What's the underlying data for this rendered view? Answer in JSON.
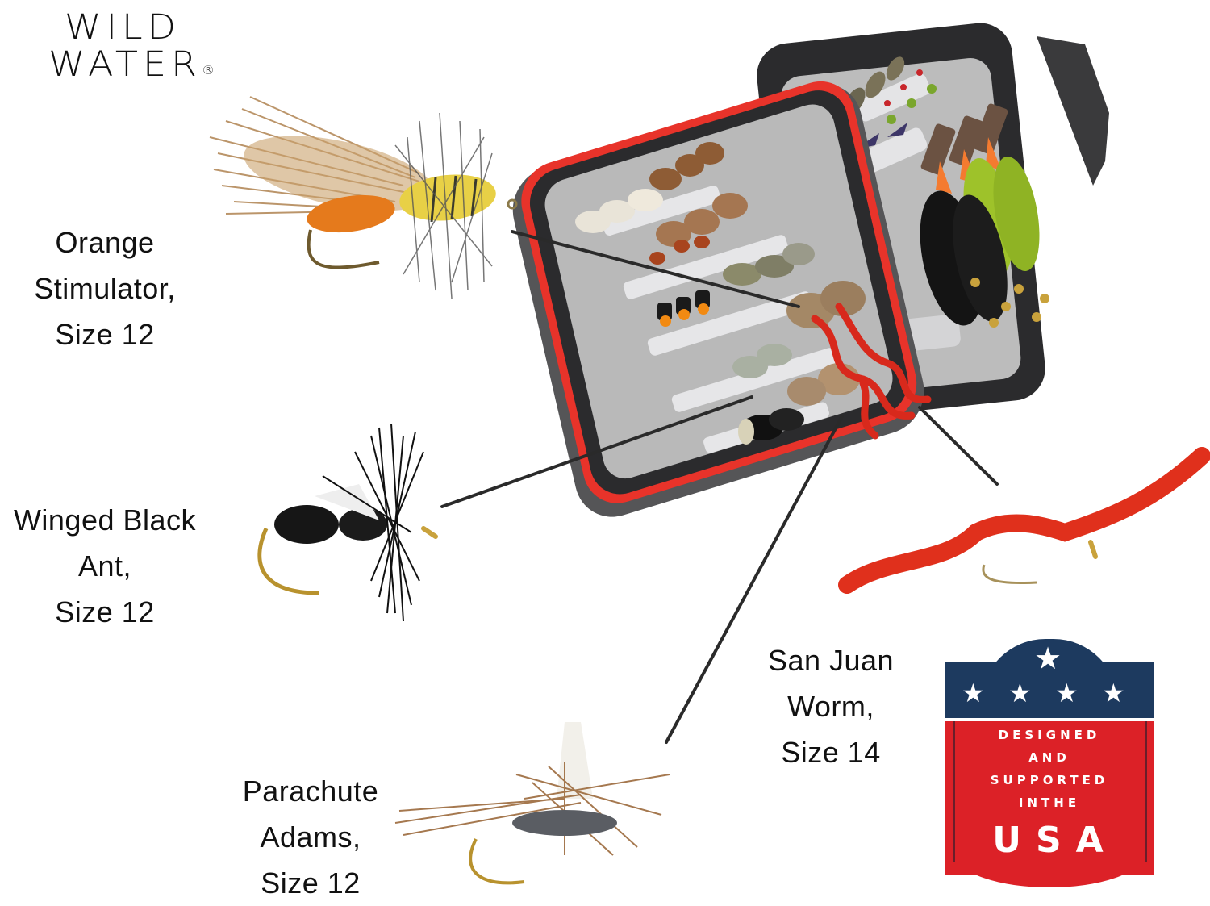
{
  "brand": {
    "line1": "WILD",
    "line2": "WATER",
    "registered_mark": "®"
  },
  "flies": [
    {
      "id": "orange-stimulator",
      "lines": [
        "Orange",
        "Stimulator,",
        "Size 12"
      ]
    },
    {
      "id": "winged-black-ant",
      "lines": [
        "Winged Black",
        "Ant,",
        "Size 12"
      ]
    },
    {
      "id": "parachute-adams",
      "lines": [
        "Parachute",
        "Adams,",
        "Size 12"
      ]
    },
    {
      "id": "san-juan-worm",
      "lines": [
        "San Juan",
        "Worm,",
        "Size 14"
      ]
    }
  ],
  "badge": {
    "stars": [
      "★",
      "★",
      "★",
      "★",
      "★"
    ],
    "line1": "DESIGNED",
    "line2": "AND",
    "line3": "SUPPORTED",
    "line4": "INTHE",
    "line5": "USA"
  },
  "colors": {
    "box_shell": "#2b2b2d",
    "box_gasket": "#e8332a",
    "foam": "#b9b9b9",
    "badge_blue": "#1d3a5f",
    "badge_red": "#dc2127",
    "pointer": "#2a2a2a",
    "worm_red": "#e0301c"
  }
}
